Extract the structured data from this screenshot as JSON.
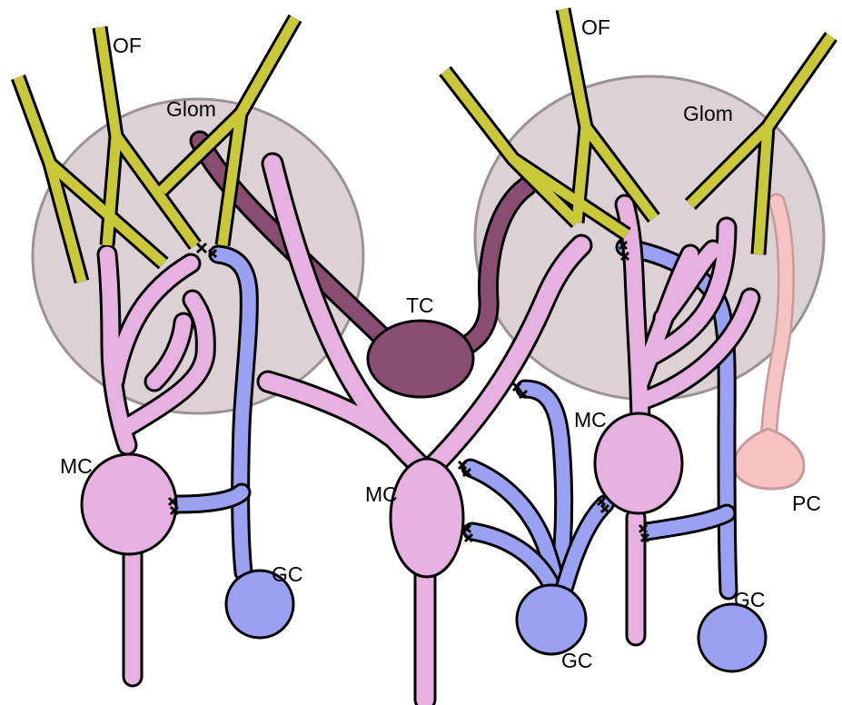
{
  "labels": {
    "of_left": "OF",
    "of_right": "OF",
    "glom_left": "Glom",
    "glom_right": "Glom",
    "tc": "TC",
    "mc_left": "MC",
    "mc_center": "MC",
    "mc_right": "MC",
    "gc_left": "GC",
    "gc_center": "GC",
    "gc_right": "GC",
    "pc": "PC"
  },
  "colors": {
    "glomerulus": "#d9cfd3",
    "olfactory_fiber": "#c9c838",
    "mitral_cell": "#e6b0e0",
    "granule_cell": "#9aa0f2",
    "tufted_cell": "#8a4d72",
    "periglomerular_cell": "#f6c3c3"
  }
}
